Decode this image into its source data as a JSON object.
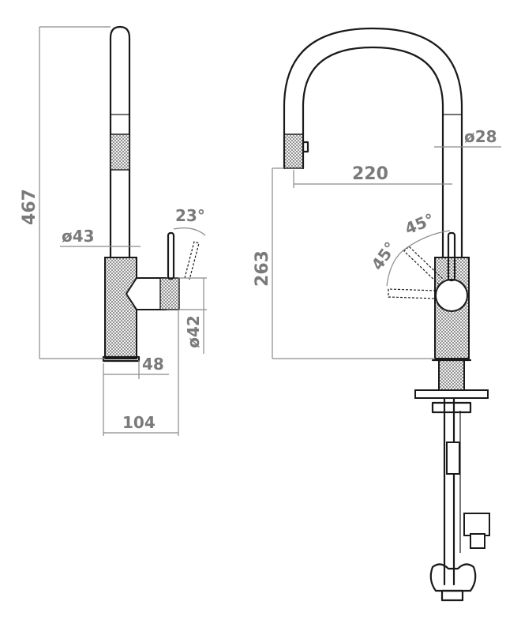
{
  "dimensions": {
    "height_total": "467",
    "diameter_body": "ø43",
    "handle_angle_side": "23°",
    "diameter_base": "ø42",
    "base_offset": "48",
    "depth_total": "104",
    "spout_height": "263",
    "spout_reach": "220",
    "diameter_spout": "ø28",
    "handle_angle_left": "45°",
    "handle_angle_right": "45°"
  },
  "colors": {
    "line": "#1a1a1a",
    "dimension": "#7a7a7a"
  }
}
